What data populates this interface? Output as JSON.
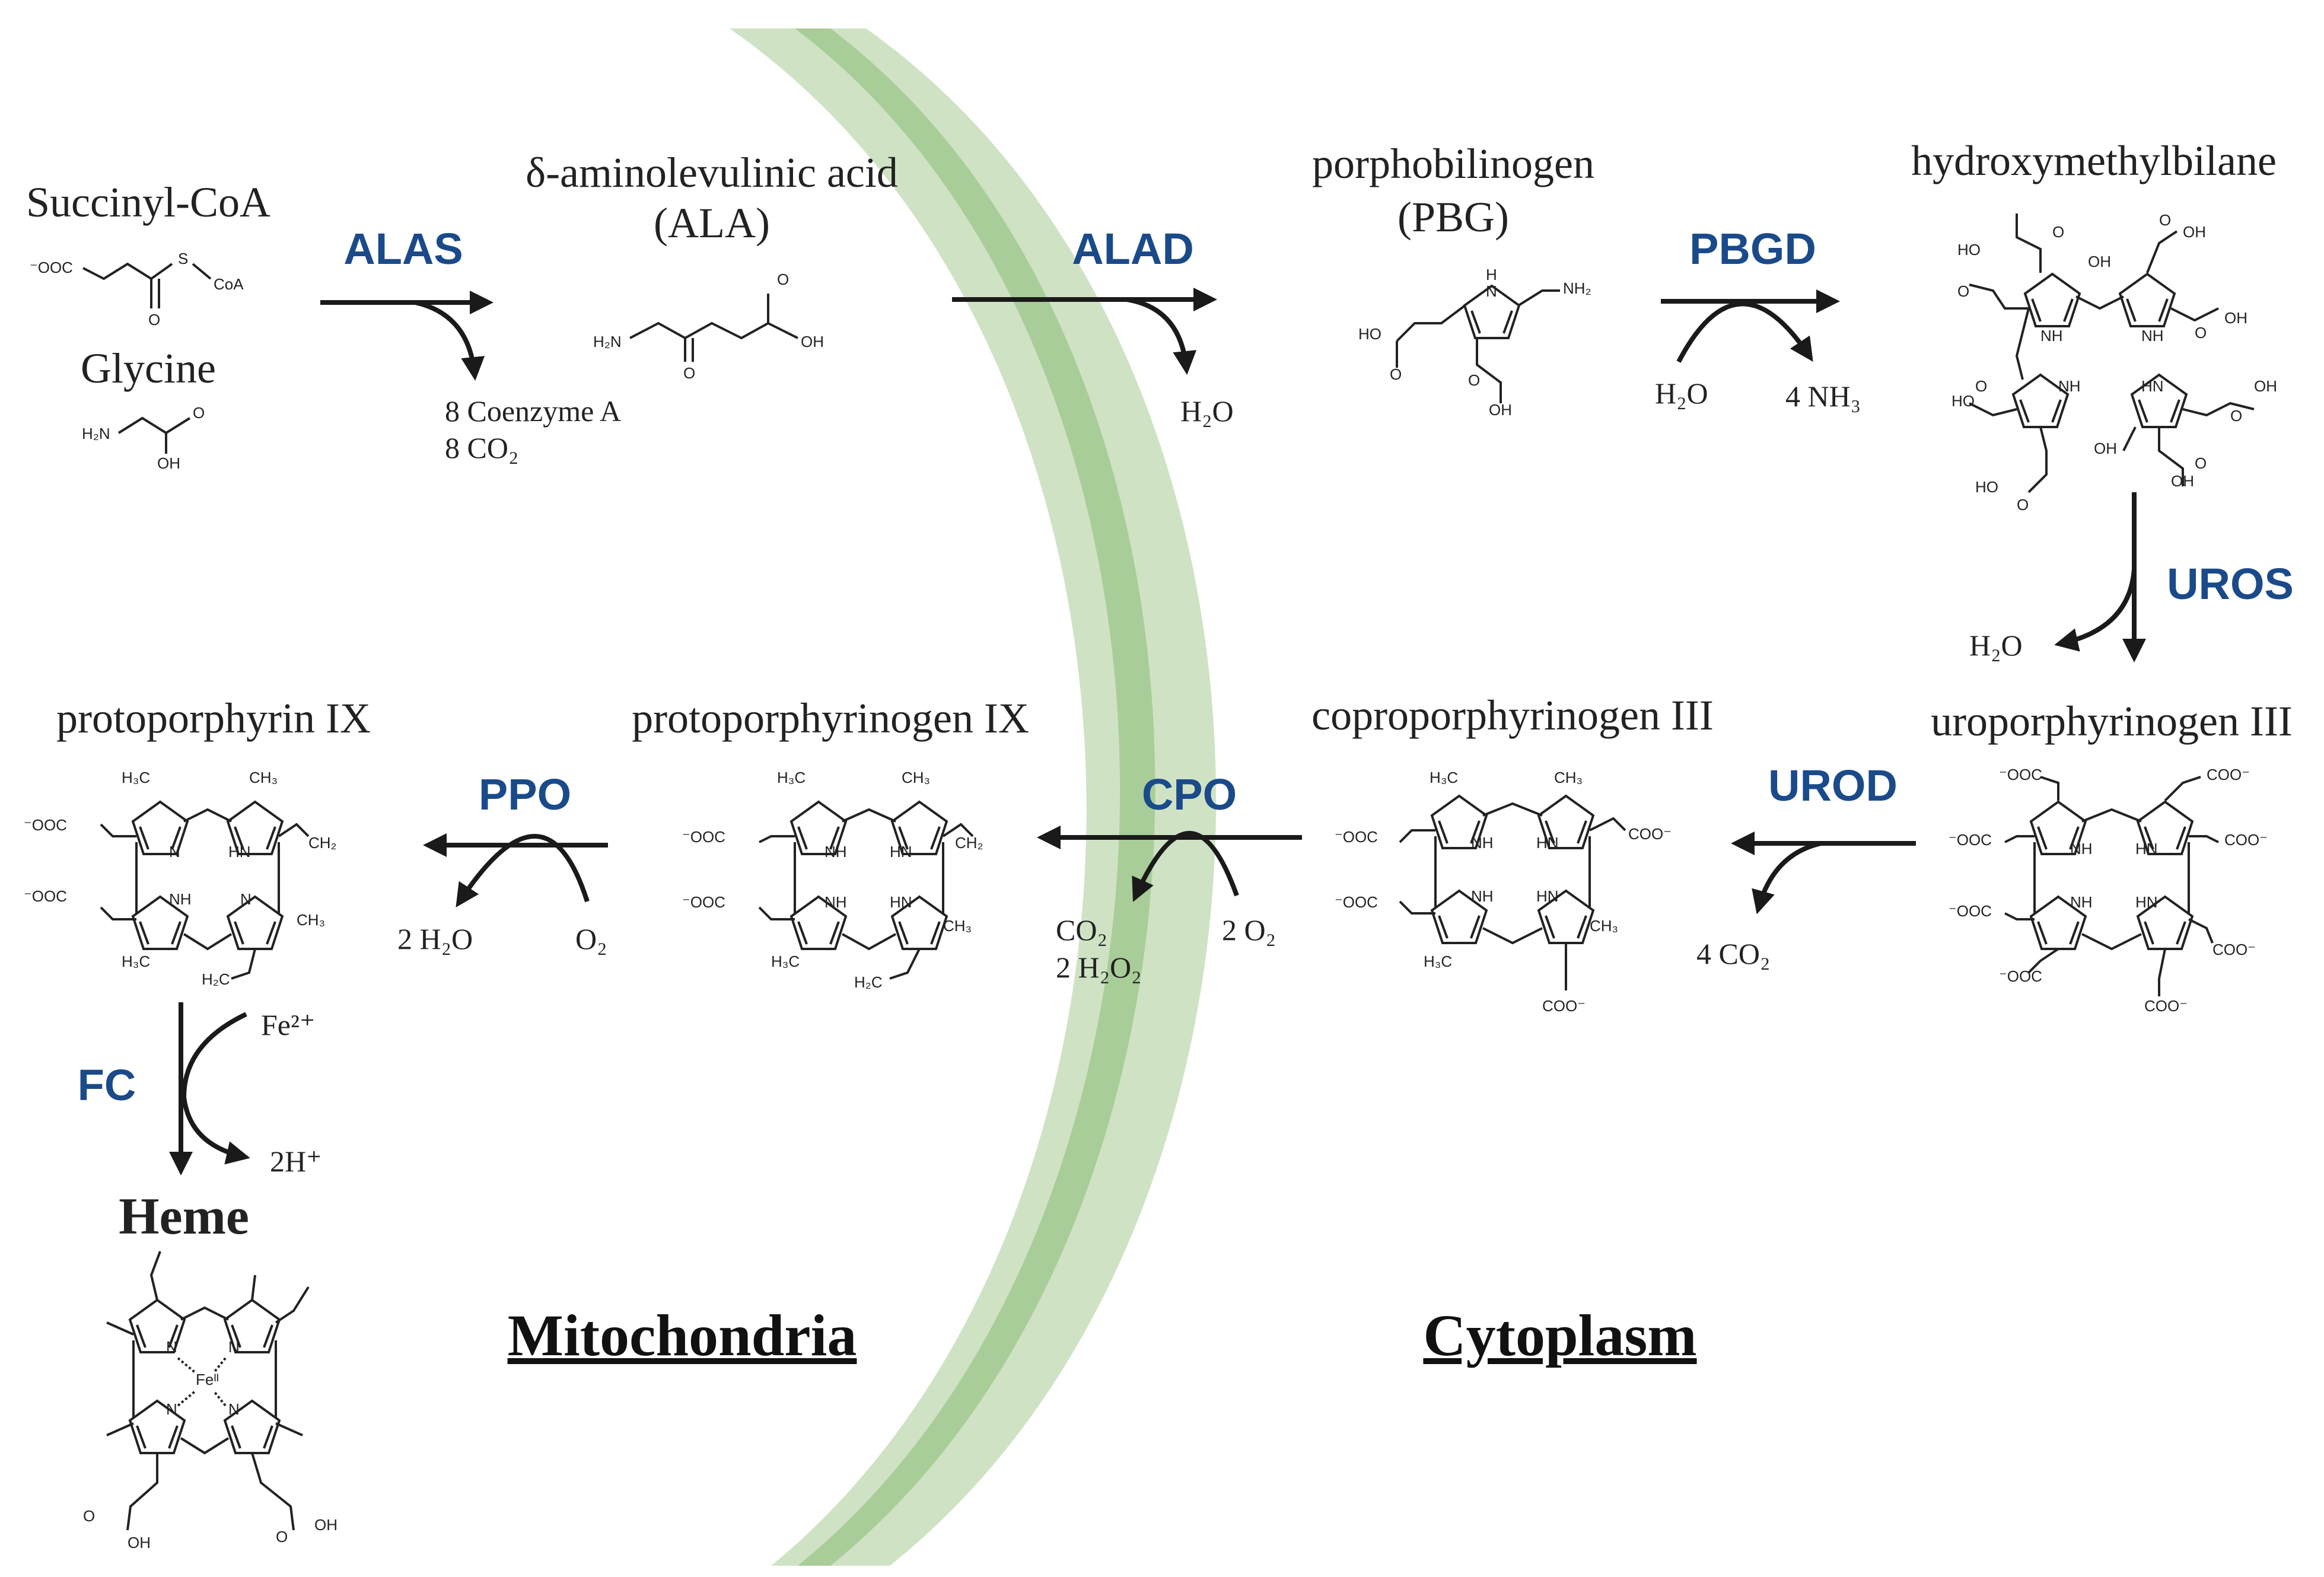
{
  "colors": {
    "membrane_outer": "#cfe3c4",
    "membrane_inner": "#a9cd98",
    "enzyme": "#1a4a8a",
    "arrow": "#1a1a1a"
  },
  "compounds": {
    "succinyl_coa": "Succinyl-CoA",
    "glycine": "Glycine",
    "ala_line1": "δ-aminolevulinic acid",
    "ala_line2": "(ALA)",
    "pbg_line1": "porphobilinogen",
    "pbg_line2": "(PBG)",
    "hmb": "hydroxymethylbilane",
    "uro3": "uroporphyrinogen III",
    "copro3": "coproporphyrinogen III",
    "protogen9": "protoporphyrinogen IX",
    "proto9": "protoporphyrin IX",
    "heme": "Heme"
  },
  "enzymes": {
    "alas": "ALAS",
    "alad": "ALAD",
    "pbgd": "PBGD",
    "uros": "UROS",
    "urod": "UROD",
    "cpo": "CPO",
    "ppo": "PPO",
    "fc": "FC"
  },
  "byproducts": {
    "alas_1": "8 Coenzyme A",
    "alas_2": "8 CO₂",
    "alad": "H₂O",
    "pbgd_in": "H₂O",
    "pbgd_out": "4 NH₃",
    "uros": "H₂O",
    "urod": "4 CO₂",
    "cpo_in": "2 O₂",
    "cpo_out1": "CO₂",
    "cpo_out2": "2 H₂O₂",
    "ppo_in": "O₂",
    "ppo_out": "2 H₂O",
    "fc_in": "Fe²⁺",
    "fc_out": "2H⁺"
  },
  "atoms": {
    "cooh": "OH",
    "o": "O",
    "nh": "NH",
    "hn": "HN",
    "n": "N",
    "h": "H",
    "h2n": "H₂N",
    "nh2": "NH₂",
    "coa": "CoA",
    "s": "S",
    "ooc": "⁻OOC",
    "coo": "COO⁻",
    "ho": "HO",
    "ch3": "CH₃",
    "h3c": "H₃C",
    "ch2": "CH₂",
    "h2c": "H₂C",
    "fe": "Feᴵᴵ"
  },
  "regions": {
    "mito": "Mitochondria",
    "cyto": "Cytoplasm"
  }
}
